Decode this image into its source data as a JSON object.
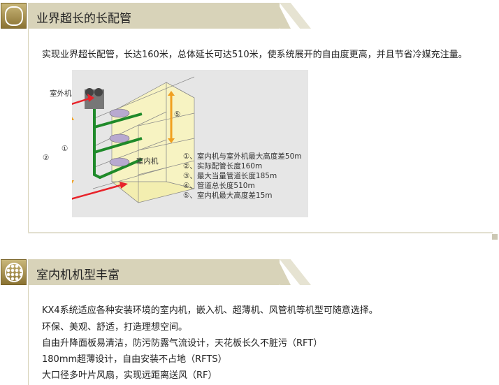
{
  "section1": {
    "title": "业界超长的长配管",
    "icon": "pipe-icon",
    "desc": "实现业界超长配管，长达160米，总体延长可达510米，使系统展开的自由度更高，并且节省冷媒充注量。",
    "diagram": {
      "outdoor_label": "室外机",
      "indoor_label": "室内机",
      "marker_1": "①",
      "marker_2": "②",
      "marker_5": "⑤",
      "legend": [
        "①、室内机与室外机最大高度差50m",
        "②、实际配管长度160m",
        "③、最大当量管道长度185m",
        "④、管道总长度510m",
        "⑤、室内机最大高度差15m"
      ],
      "colors": {
        "pipe": "#1f8a2a",
        "arrow": "#e8232a",
        "height": "#f0a020",
        "wall": "#f7f3c2"
      }
    }
  },
  "section2": {
    "title": "室内机机型丰富",
    "icon": "grid-dots-icon",
    "lines": [
      "KX4系统适应各种安装环境的室内机，嵌入机、超薄机、风管机等机型可随意选择。",
      "环保、美观、舒适，打造理想空间。",
      "自由升降面板易清洁，防污防露气流设计，天花板长久不脏污（RFT）",
      "180mm超薄设计，自由安装不占地（RFTS）",
      "大口径多叶片风扇，实现远距离送风（RF）"
    ]
  }
}
